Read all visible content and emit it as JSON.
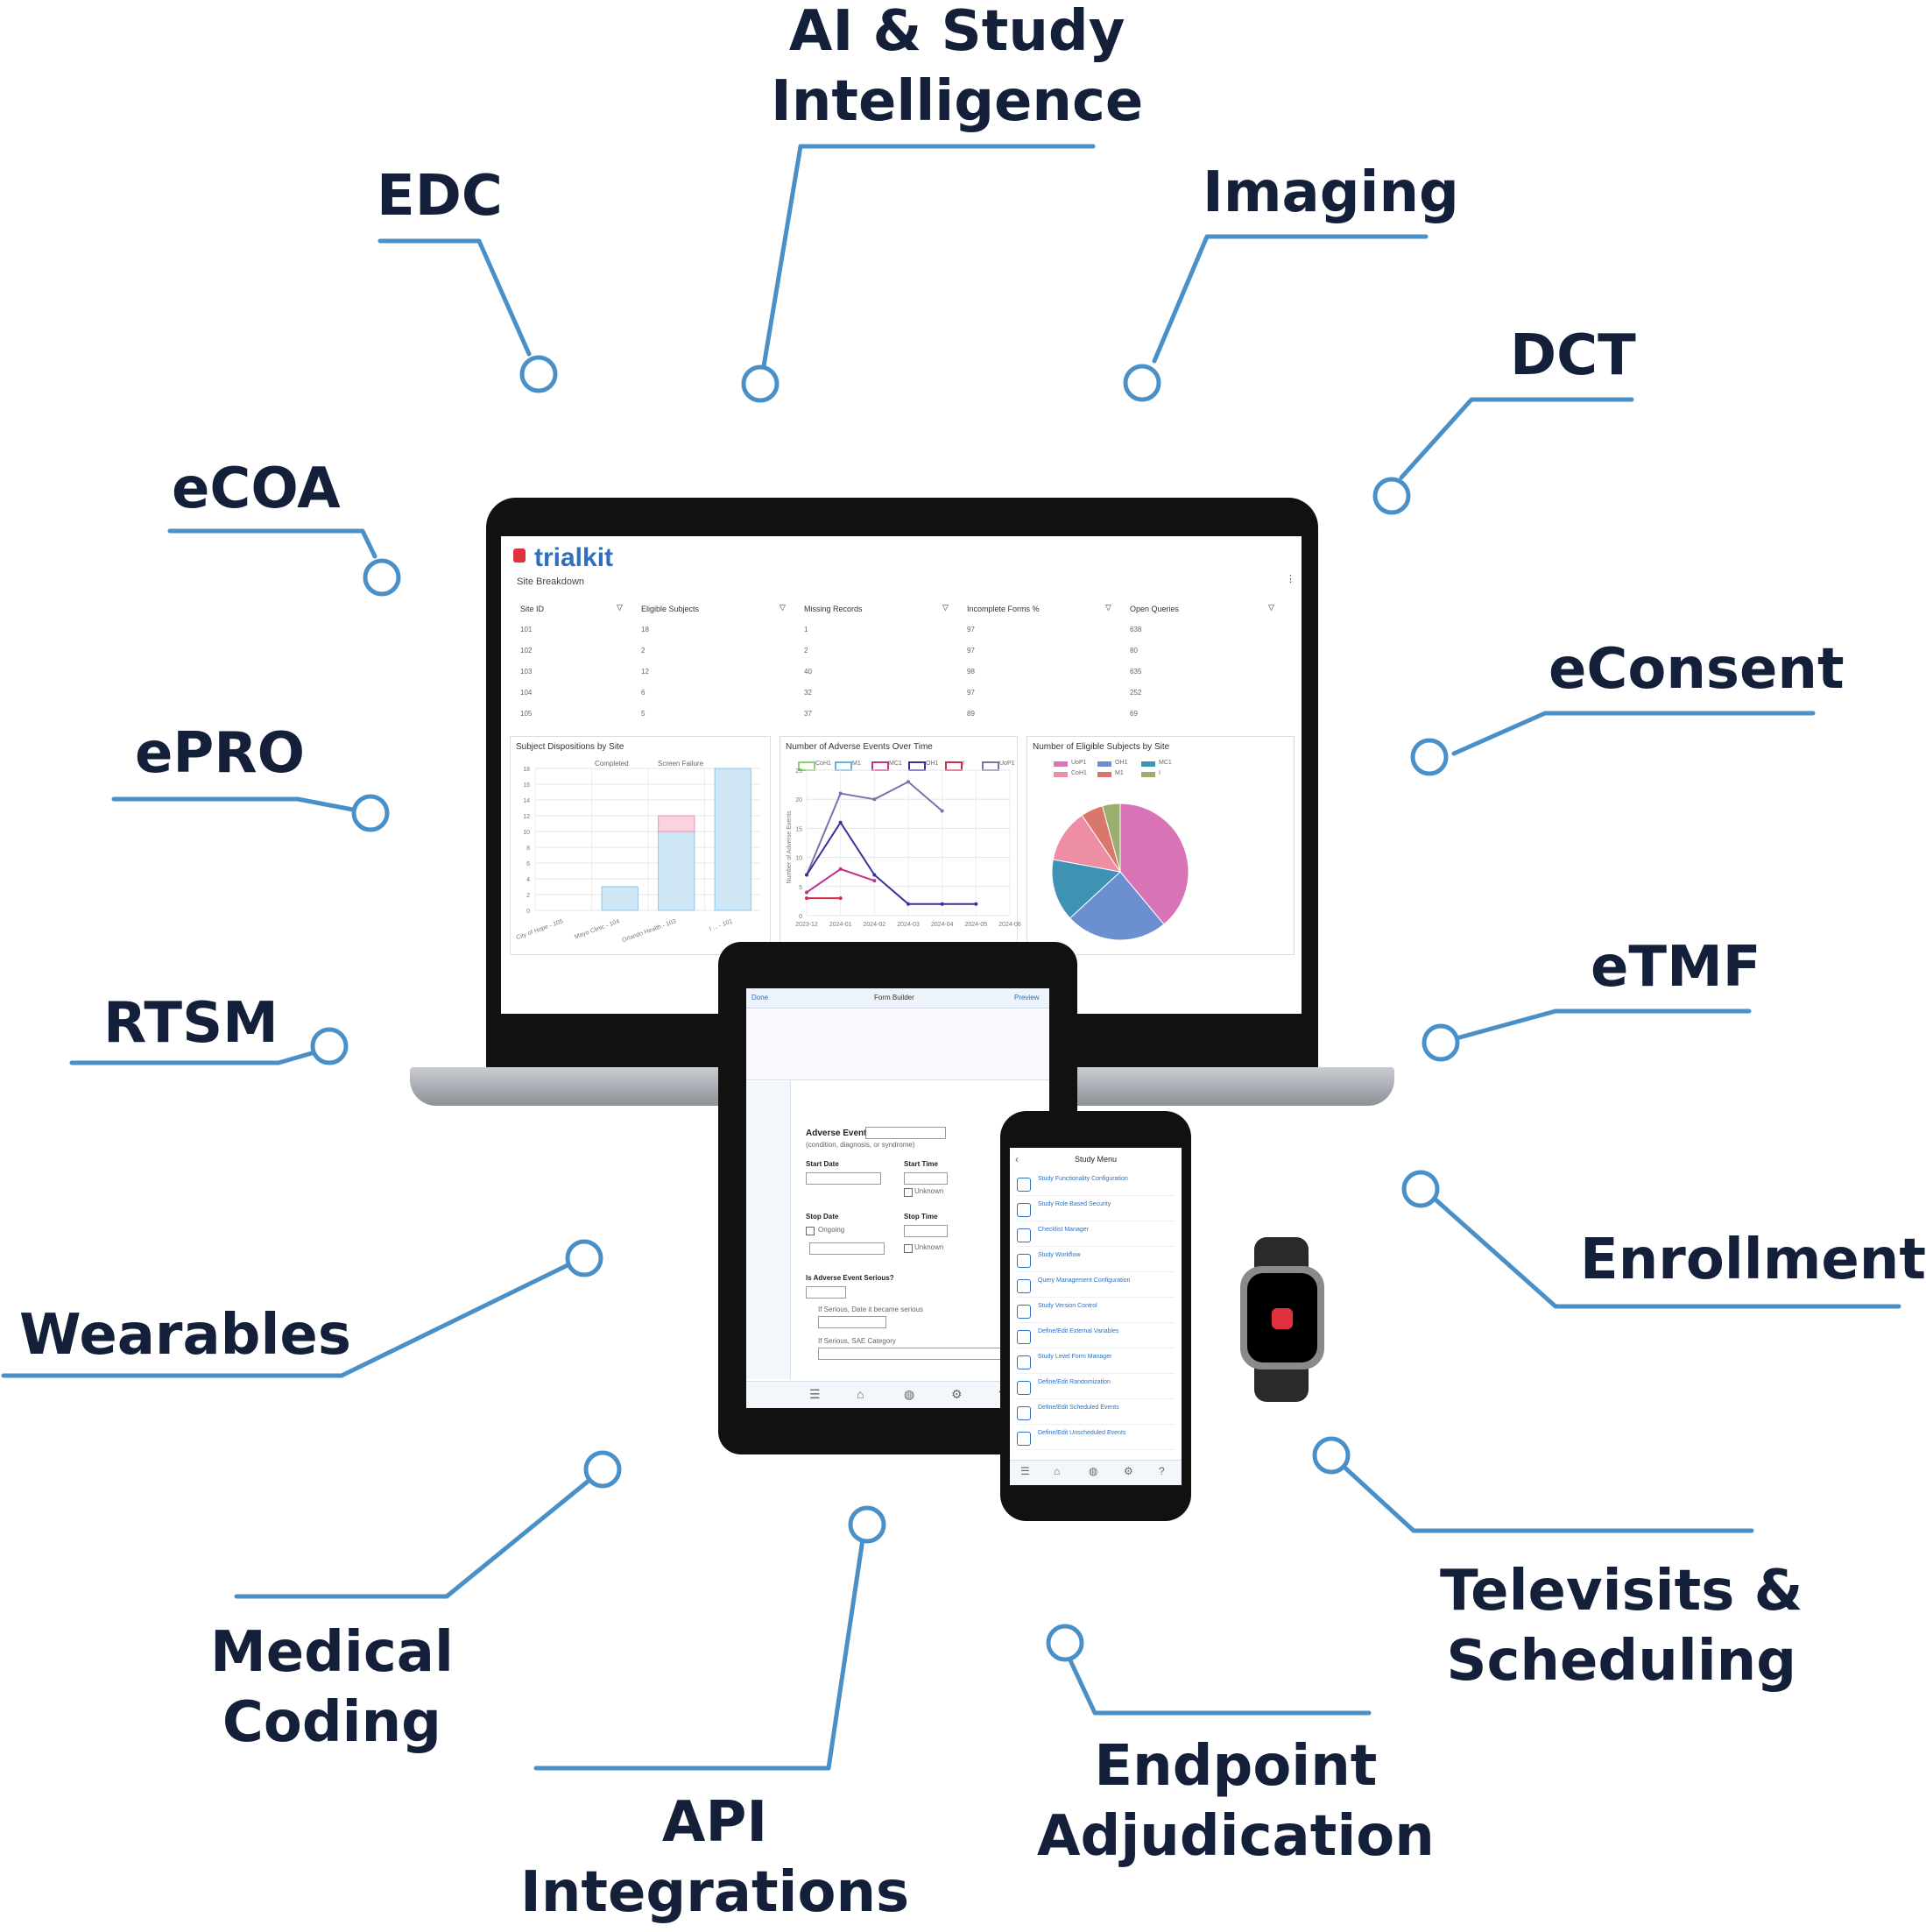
{
  "labels": {
    "ai": [
      "AI & Study",
      "Intelligence"
    ],
    "edc": "EDC",
    "imaging": "Imaging",
    "dct": "DCT",
    "ecoa": "eCOA",
    "econsent": "eConsent",
    "epro": "ePRO",
    "etmf": "eTMF",
    "rtsm": "RTSM",
    "enrollment": "Enrollment",
    "wearables": "Wearables",
    "televisits": [
      "Televisits &",
      "Scheduling"
    ],
    "medical": [
      "Medical",
      "Coding"
    ],
    "api": [
      "API",
      "Integrations"
    ],
    "endpoint": [
      "Endpoint",
      "Adjudication"
    ]
  },
  "colors": {
    "wire": "#4a90c8",
    "text": "#14203a",
    "brand": "#2e6fbf",
    "brand_red": "#e0323e"
  },
  "dashboard": {
    "brand": "trialkit",
    "section": "Site Breakdown",
    "columns": [
      "Site ID",
      "Eligible Subjects",
      "Missing Records",
      "Incomplete Forms %",
      "Open Queries"
    ],
    "rows": [
      [
        "101",
        "18",
        "1",
        "97",
        "638"
      ],
      [
        "102",
        "2",
        "2",
        "97",
        "80"
      ],
      [
        "103",
        "12",
        "40",
        "98",
        "635"
      ],
      [
        "104",
        "6",
        "32",
        "97",
        "252"
      ],
      [
        "105",
        "5",
        "37",
        "89",
        "69"
      ]
    ],
    "panel1_title": "Subject Dispositions by Site",
    "panel1_legend": [
      "Completed",
      "Screen Failure"
    ],
    "panel2_title": "Number of Adverse Events Over Time",
    "panel2_legend": [
      "CoH1",
      "M1",
      "MC1",
      "OH1",
      "I",
      "UoP1"
    ],
    "panel2_ylabel": "Number of Adverse Events",
    "panel2_x": [
      "2023-12",
      "2024-01",
      "2024-02",
      "2024-03",
      "2024-04",
      "2024-05",
      "2024-06"
    ],
    "panel3_title": "Number of Eligible Subjects by Site",
    "panel3_legend": [
      "UoP1",
      "OH1",
      "MC1",
      "CoH1",
      "M1",
      "I"
    ]
  },
  "chart_data": [
    {
      "type": "bar",
      "title": "Subject Dispositions by Site",
      "categories": [
        "City of Hope - 105",
        "Mayo Clinic - 104",
        "Orlando Health - 103",
        "I ... - 101"
      ],
      "series": [
        {
          "name": "Completed",
          "values": [
            0,
            3,
            10,
            18
          ]
        },
        {
          "name": "Screen Failure",
          "values": [
            0,
            0,
            2,
            0
          ]
        }
      ],
      "ylim": [
        0,
        18
      ]
    },
    {
      "type": "line",
      "title": "Number of Adverse Events Over Time",
      "ylabel": "Number of Adverse Events",
      "x": [
        "2023-12",
        "2024-01",
        "2024-02",
        "2024-03",
        "2024-04",
        "2024-05",
        "2024-06"
      ],
      "ylim": [
        0,
        25
      ],
      "series": [
        {
          "name": "UoP1",
          "values": [
            7,
            21,
            20,
            23,
            18
          ]
        },
        {
          "name": "MC1",
          "values": [
            7,
            16,
            7,
            2,
            2,
            2
          ]
        },
        {
          "name": "OH1",
          "values": [
            4,
            8,
            6
          ]
        },
        {
          "name": "I",
          "values": [
            3,
            3
          ]
        }
      ]
    },
    {
      "type": "pie",
      "title": "Number of Eligible Subjects by Site",
      "categories": [
        "UoP1",
        "OH1",
        "MC1",
        "CoH1",
        "M1",
        "I"
      ],
      "values": [
        37,
        23,
        14,
        12,
        5,
        4
      ],
      "colors": [
        "#d873b6",
        "#6b8fd0",
        "#3e93b4",
        "#ee8ea5",
        "#d9776a",
        "#9aaf6c"
      ]
    }
  ],
  "tablet": {
    "header": [
      "Done",
      "Form Builder",
      "Preview"
    ],
    "form_title": "Adverse Event",
    "subtitle": "(condition, diagnosis, or syndrome)",
    "start_date": "Start Date",
    "start_time": "Start Time",
    "unknown": "Unknown",
    "stop_date": "Stop Date",
    "ongoing": "Ongoing",
    "stop_time": "Stop Time",
    "serious": "Is Adverse Event Serious?",
    "serious_date": "If Serious, Date it became serious",
    "sae": "If Serious, SAE Category"
  },
  "phone": {
    "title": "Study Menu",
    "items": [
      "Study Functionality Configuration",
      "Study Role Based Security",
      "Checklist Manager",
      "Study Workflow",
      "Query Management Configuration",
      "Study Version Control",
      "Define/Edit External Variables",
      "Study Level Form Manager",
      "Define/Edit Randomization",
      "Define/Edit Scheduled Events",
      "Define/Edit Unscheduled Events"
    ]
  }
}
